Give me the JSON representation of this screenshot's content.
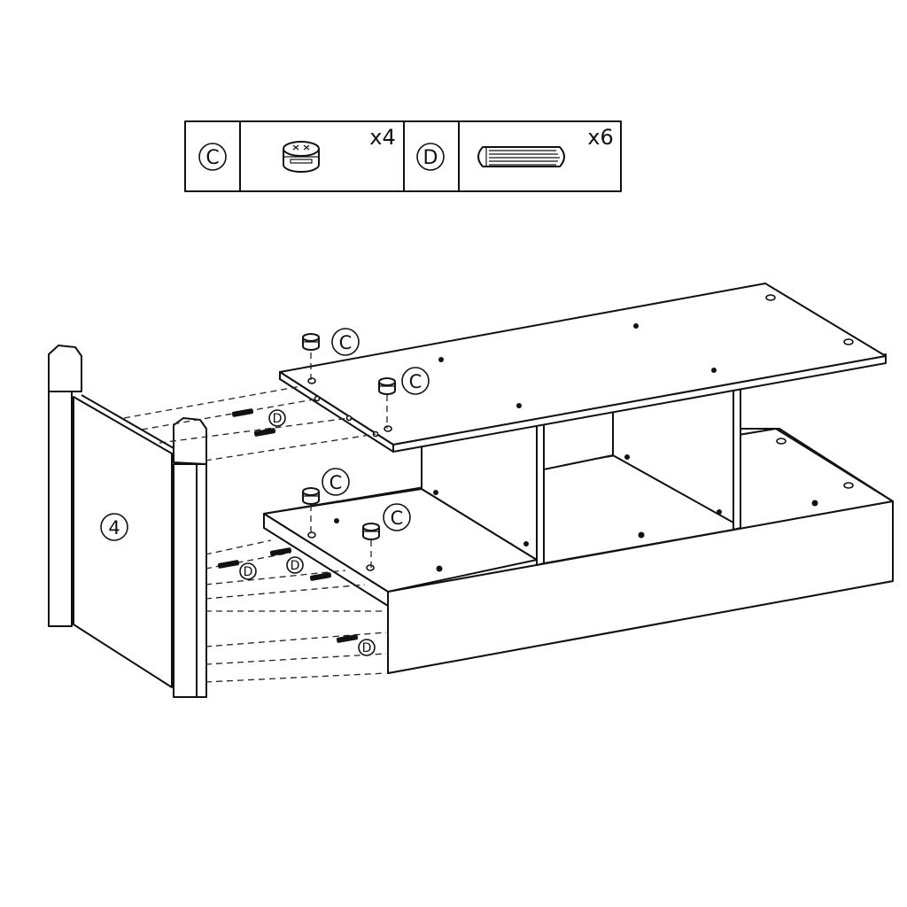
{
  "parts_table": {
    "parts": [
      {
        "id": "C",
        "name": "cam-lock",
        "quantity": "x4",
        "icon": "cam-lock-icon"
      },
      {
        "id": "D",
        "name": "wooden-dowel",
        "quantity": "x6",
        "icon": "dowel-icon"
      }
    ]
  },
  "assembly": {
    "side_panel_label": "4",
    "hardware_callouts": {
      "cam": "C",
      "dowel": "D"
    }
  }
}
